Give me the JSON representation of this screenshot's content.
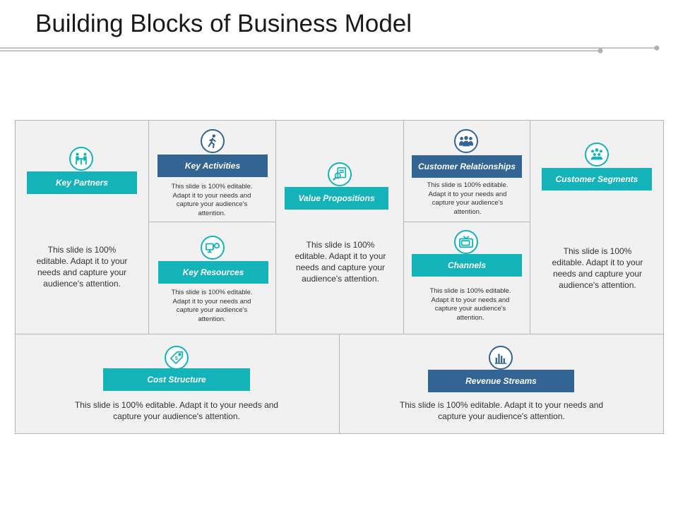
{
  "title": "Building Blocks of Business Model",
  "colors": {
    "teal": "#14b3b9",
    "navy": "#336594",
    "panel": "#f1f1f1",
    "border": "#b5b5b5"
  },
  "blocks": {
    "key_partners": {
      "label": "Key Partners",
      "icon": "handshake-meeting-icon",
      "text": "This slide is 100% editable. Adapt it to your needs and capture your audience's attention."
    },
    "key_activities": {
      "label": "Key Activities",
      "icon": "running-person-icon",
      "text": "This slide is 100% editable. Adapt it to your needs and capture your audience's attention."
    },
    "key_resources": {
      "label": "Key Resources",
      "icon": "monitor-resource-icon",
      "text": "This slide is 100% editable. Adapt it to your needs and capture your audience's attention."
    },
    "value_propositions": {
      "label": "Value Propositions",
      "icon": "magnifier-document-icon",
      "text": "This slide is 100% editable. Adapt it to your needs and capture your audience's attention."
    },
    "customer_relationships": {
      "label": "Customer Relationships",
      "icon": "people-group-icon",
      "text": "This slide is 100% editable. Adapt it to your needs and capture your audience's attention."
    },
    "channels": {
      "label": "Channels",
      "icon": "television-icon",
      "text": "This slide is 100% editable. Adapt it to your needs and capture your audience's attention."
    },
    "customer_segments": {
      "label": "Customer Segments",
      "icon": "crowd-icon",
      "text": "This slide is 100% editable. Adapt it to your needs and capture your audience's attention."
    },
    "cost_structure": {
      "label": "Cost Structure",
      "icon": "price-tag-icon",
      "text": "This slide is 100% editable. Adapt it to your needs and capture your audience's attention."
    },
    "revenue_streams": {
      "label": "Revenue Streams",
      "icon": "revenue-chart-icon",
      "text": "This slide is 100% editable. Adapt it to your needs and capture your audience's attention."
    }
  }
}
